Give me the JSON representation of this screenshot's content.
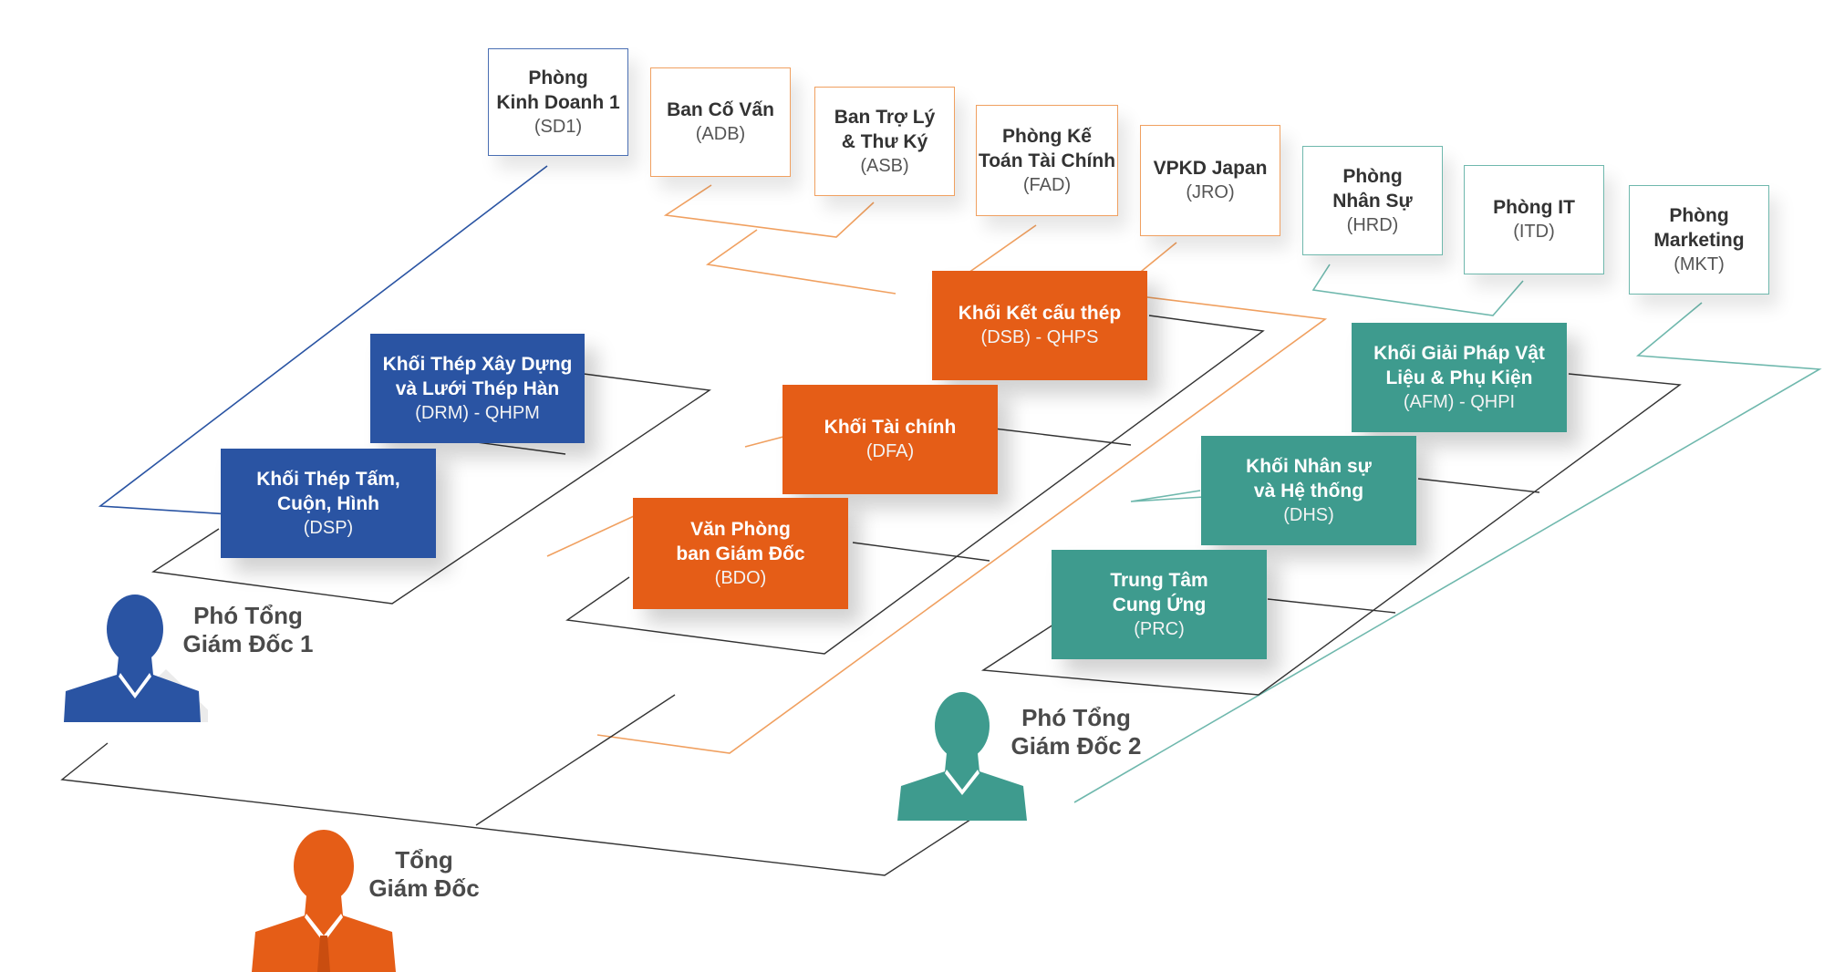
{
  "colors": {
    "blue": "#2a54a3",
    "orange": "#e55d17",
    "teal": "#3e9b8e",
    "line": "#333333"
  },
  "top_departments": [
    {
      "name": "Phòng\nKinh Doanh 1",
      "code": "(SD1)",
      "color": "blue"
    },
    {
      "name": "Ban Cố Vấn",
      "code": "(ADB)",
      "color": "orange"
    },
    {
      "name": "Ban Trợ Lý\n& Thư Ký",
      "code": "(ASB)",
      "color": "orange"
    },
    {
      "name": "Phòng Kế\nToán Tài Chính",
      "code": "(FAD)",
      "color": "orange"
    },
    {
      "name": "VPKD Japan",
      "code": "(JRO)",
      "color": "orange"
    },
    {
      "name": "Phòng\nNhân Sự",
      "code": "(HRD)",
      "color": "teal"
    },
    {
      "name": "Phòng IT",
      "code": "(ITD)",
      "color": "teal"
    },
    {
      "name": "Phòng\nMarketing",
      "code": "(MKT)",
      "color": "teal"
    }
  ],
  "units": [
    {
      "name": "Khối Thép Xây Dựng\nvà Lưới Thép Hàn",
      "code": "(DRM) - QHPM",
      "color": "blue"
    },
    {
      "name": "Khối Thép Tấm,\nCuộn, Hình",
      "code": "(DSP)",
      "color": "blue"
    },
    {
      "name": "Khối Kết cấu thép",
      "code": "(DSB) - QHPS",
      "color": "orange"
    },
    {
      "name": "Khối Tài chính",
      "code": "(DFA)",
      "color": "orange"
    },
    {
      "name": "Văn Phòng\nban Giám Đốc",
      "code": "(BDO)",
      "color": "orange"
    },
    {
      "name": "Khối Giải Pháp Vật\nLiệu & Phụ Kiện",
      "code": "(AFM) - QHPI",
      "color": "teal"
    },
    {
      "name": "Khối Nhân sự\nvà Hệ thống",
      "code": "(DHS)",
      "color": "teal"
    },
    {
      "name": "Trung Tâm\nCung Ứng",
      "code": "(PRC)",
      "color": "teal"
    }
  ],
  "people": [
    {
      "label": "Phó Tổng\nGiám Đốc 1",
      "color": "blue"
    },
    {
      "label": "Tổng\nGiám Đốc",
      "color": "orange"
    },
    {
      "label": "Phó Tổng\nGiám Đốc 2",
      "color": "teal"
    }
  ]
}
